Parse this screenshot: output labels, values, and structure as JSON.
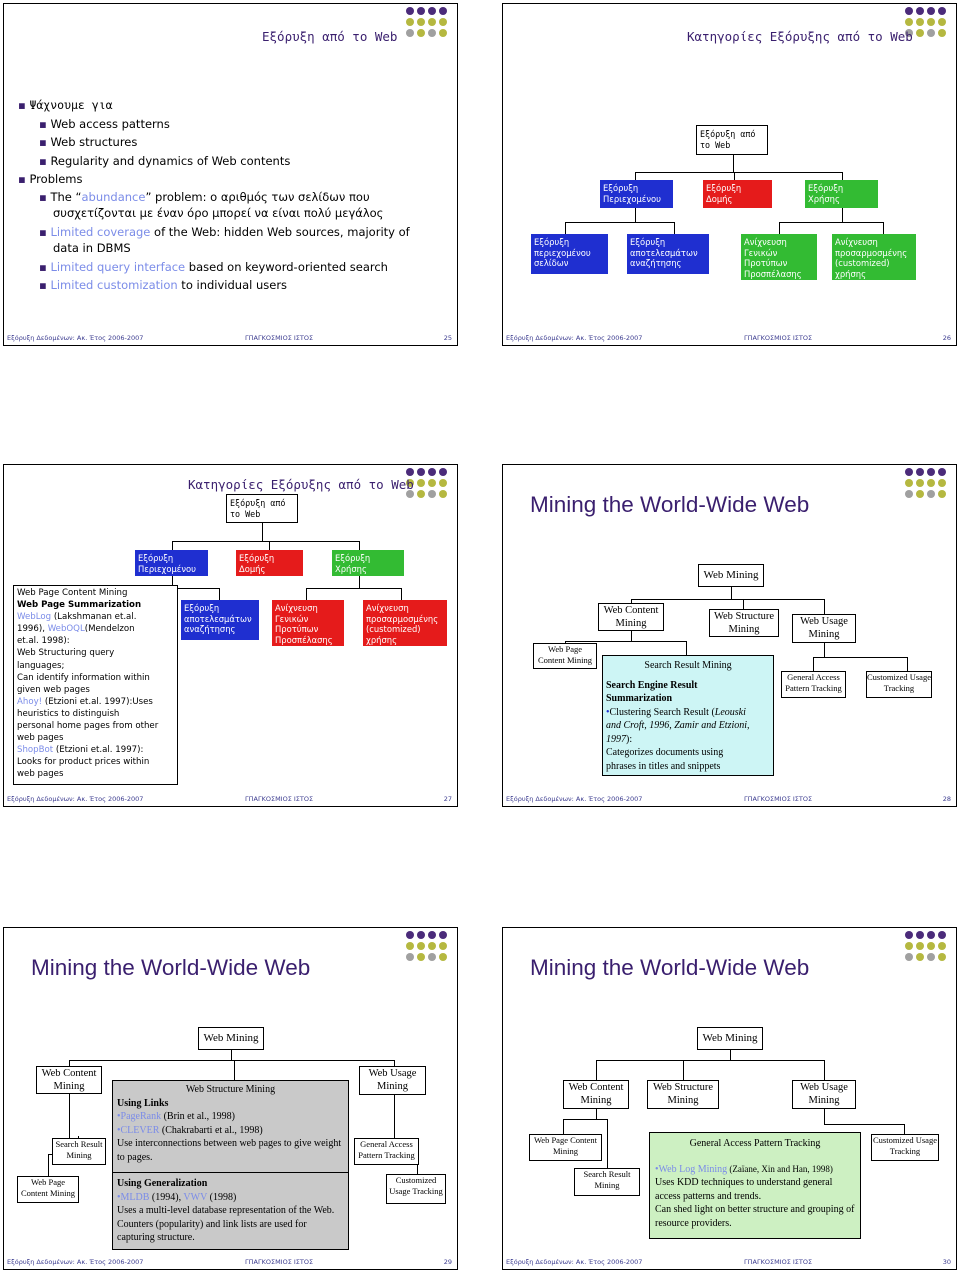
{
  "footer": {
    "left": "Εξόρυξη Δεδομένων: Ακ. Έτος 2006-2007",
    "center": "ΓΠΑΓΚΟΣΜΙΟΣ ΙΣΤΟΣ",
    "pages": [
      "25",
      "26",
      "27",
      "28",
      "29",
      "30"
    ]
  },
  "colors": {
    "dot_purple": "#4b2b7a",
    "dot_olive": "#b5b840",
    "dot_gray": "#a0a0a0",
    "title": "#3a1f6e",
    "blue": "#1f2fd0",
    "red": "#e51b1b",
    "green": "#33bb33"
  },
  "slide25": {
    "title": "Εξόρυξη από το Web",
    "items": [
      {
        "level": 1,
        "text": "Ψάχνουμε για"
      },
      {
        "level": 2,
        "text": "Web access patterns"
      },
      {
        "level": 2,
        "text": "Web structures"
      },
      {
        "level": 2,
        "text": "Regularity and dynamics of Web contents"
      },
      {
        "level": 1,
        "text": "Problems"
      },
      {
        "level": 2,
        "pre": "The “",
        "hl": "abundance",
        "post": "” problem: ο αριθμός των σελίδων που συσχετίζονται με έναν όρο μπορεί να είναι πολύ μεγάλος"
      },
      {
        "level": 2,
        "hl": "Limited coverage",
        "post": " of the Web: hidden Web sources, majority of data in DBMS"
      },
      {
        "level": 2,
        "hl": "Limited query interface",
        "post": " based on keyword-oriented search"
      },
      {
        "level": 2,
        "hl": "Limited customization",
        "post": " to individual users"
      }
    ]
  },
  "slide26": {
    "title": "Κατηγορίες Εξόρυξης από το Web",
    "root": "Εξόρυξη από το Web",
    "content": "Εξόρυξη Περιεχομένου",
    "structure": "Εξόρυξη Δομής",
    "usage": "Εξόρυξη Χρήσης",
    "page_content": "Εξόρυξη περιεχομένου σελίδων",
    "search_result": "Εξόρυξη αποτελεσμάτων αναζήτησης",
    "general_access": "Ανίχνευση Γενικών Προτύπων Προσπέλασης",
    "customized": "Ανίχνευση προσαρμοσμένης (customized) χρήσης"
  },
  "slide27": {
    "title": "Κατηγορίες Εξόρυξης από το Web",
    "root": "Εξόρυξη από το Web",
    "content": "Εξόρυξη Περιεχομένου",
    "structure": "Εξόρυξη Δομής",
    "usage": "Εξόρυξη Χρήσης",
    "search_result": "Εξόρυξη αποτελεσμάτων αναζήτησης",
    "general_access": "Ανίχνευση Γενικών Προτύπων Προσπέλασης",
    "customized": "Ανίχνευση προσαρμοσμένης (customized) χρήσης",
    "detail": {
      "l1": "Web Page Content Mining",
      "l2": "Web Page Summarization",
      "l3a": "WebLog",
      "l3b": " (Lakshmanan et.al.",
      "l4a": "1996), ",
      "l4b": "WebOQL",
      "l4c": "(Mendelzon",
      "l5": "et.al. 1998):",
      "l6": "Web Structuring query",
      "l7": "languages;",
      "l8": "Can identify information within",
      "l9": "given web pages",
      "l10a": "Ahoy!",
      "l10b": " (Etzioni et.al. 1997):Uses",
      "l11": "heuristics to distinguish",
      "l12": "personal home pages from other",
      "l13": "web pages",
      "l14a": "ShopBot",
      "l14b": " (Etzioni et.al. 1997):",
      "l15": "Looks for product prices within",
      "l16": "web pages"
    }
  },
  "slide28": {
    "title": "Mining the World-Wide Web",
    "root": "Web Mining",
    "content": "Web Content Mining",
    "structure": "Web Structure Mining",
    "usage": "Web Usage Mining",
    "page_content": "Web Page Content Mining",
    "search_result": "Search Result Mining",
    "general_access": "General Access Pattern Tracking",
    "customized": "Customized Usage Tracking",
    "detail": {
      "b1": "Search Engine Result",
      "b2": "Summarization",
      "b3": "Clustering Search Result (",
      "b3i": "Leouski",
      "b4i": "and Croft, 1996, Zamir and Etzioni,",
      "b5i": "1997",
      "b5": "):",
      "b6": "Categorizes documents using",
      "b7": "phrases in titles and snippets"
    }
  },
  "slide29": {
    "title": "Mining the World-Wide Web",
    "root": "Web Mining",
    "content": "Web Content Mining",
    "structure": "Web Structure Mining",
    "usage": "Web Usage Mining",
    "search_result": "Search Result Mining",
    "page_content": "Web Page Content Mining",
    "general_access": "General Access Pattern Tracking",
    "customized": "Customized Usage Tracking",
    "detail": {
      "h1": "Using Links",
      "a1": "PageRank",
      "a1b": " (Brin et al., 1998)",
      "a2": "CLEVER",
      "a2b": " (Chakrabarti et al., 1998)",
      "a3": "Use interconnections between web pages to give weight to pages.",
      "h2": "Using Generalization",
      "g1": "MLDB",
      "g1b": " (1994), ",
      "g1c": "VWV",
      "g1d": " (1998)",
      "g2": "Uses a multi-level database representation of the Web. Counters (popularity) and link lists are used for capturing structure."
    }
  },
  "slide30": {
    "title": "Mining the World-Wide Web",
    "root": "Web Mining",
    "content": "Web Content Mining",
    "structure": "Web Structure Mining",
    "usage": "Web Usage Mining",
    "page_content": "Web Page Content Mining",
    "search_result": "Search Result Mining",
    "general_access": "General Access Pattern Tracking",
    "customized": "Customized Usage Tracking",
    "detail": {
      "w1": "Web Log Mining",
      "w1b": " (Zaïane, Xin and Han, 1998)",
      "w2": "Uses KDD techniques to understand general access patterns and trends.",
      "w3": "Can shed light on better structure and grouping of resource providers."
    }
  }
}
